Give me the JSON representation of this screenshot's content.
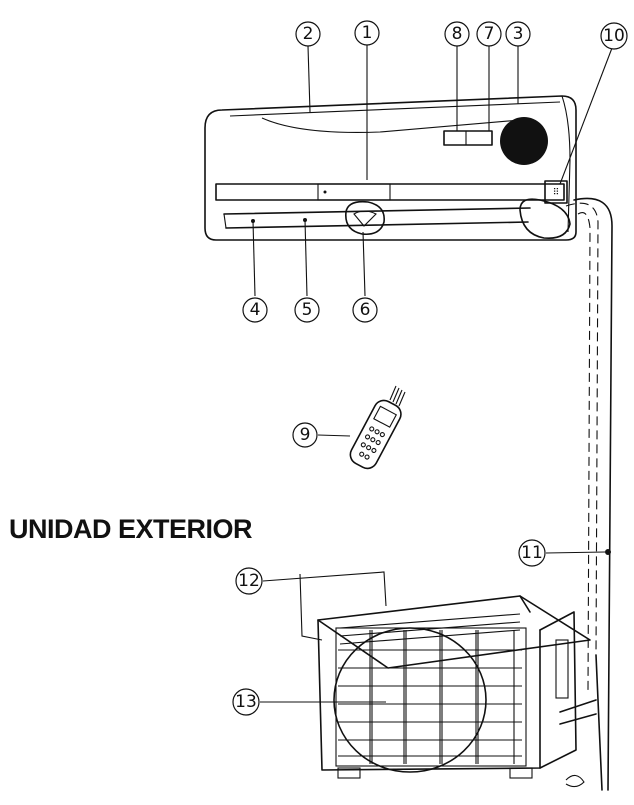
{
  "section_heading": "UNIDAD EXTERIOR",
  "callouts": {
    "c1": "1",
    "c2": "2",
    "c3": "3",
    "c4": "4",
    "c5": "5",
    "c6": "6",
    "c7": "7",
    "c8": "8",
    "c9": "9",
    "c10": "10",
    "c11": "11",
    "c12": "12",
    "c13": "13"
  }
}
